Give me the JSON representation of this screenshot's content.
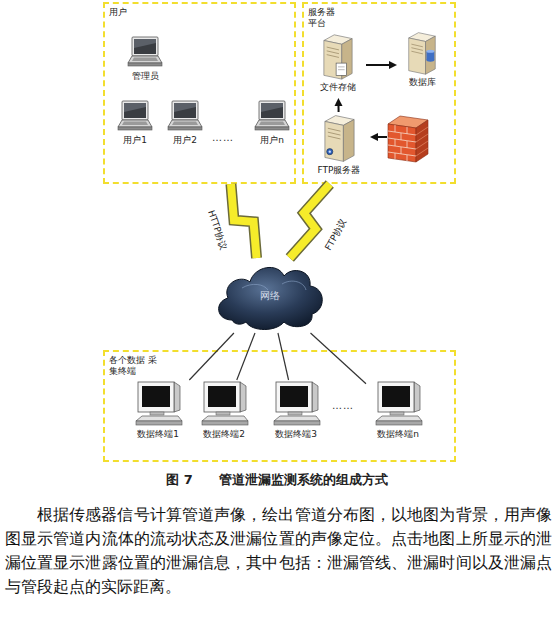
{
  "diagram": {
    "caption": "图 7　　管道泄漏监测系统的组成方式",
    "nodes": [
      {
        "text": [
          "用户"
        ]
      },
      {
        "text": [
          "管理员"
        ],
        "in": 0
      },
      {
        "text": [
          "用户1"
        ],
        "in": 0
      },
      {
        "text": [
          "用户2"
        ],
        "in": 0
      },
      {
        "text": [
          "用户n"
        ],
        "in": 0
      },
      {
        "text": [
          "服务器 平台"
        ]
      },
      {
        "text": [
          "文件存储"
        ],
        "in": 5
      },
      {
        "text": [
          "数据库"
        ],
        "in": 5
      },
      {
        "text": [
          "FTP服务器"
        ],
        "in": 5
      },
      {
        "text": [
          "网络"
        ]
      },
      {
        "text": [
          "各个数据 采集终端"
        ]
      },
      {
        "text": [
          "数据终端1"
        ],
        "in": 10
      },
      {
        "text": [
          "数据终端2"
        ],
        "in": 10
      },
      {
        "text": [
          "数据终端3"
        ],
        "in": 10
      },
      {
        "text": [
          "数据终端n"
        ],
        "in": 10
      }
    ],
    "edges": [
      {
        "from": 6,
        "to": 7,
        "arrow": "to"
      },
      {
        "from": 8,
        "to": 6,
        "arrow": "to"
      },
      {
        "from": 0,
        "to": 9,
        "label": "HTTP协议",
        "arrow": "none"
      },
      {
        "from": 5,
        "to": 9,
        "label": "FTP协议",
        "arrow": "none"
      },
      {
        "from": 9,
        "to": 11,
        "arrow": "none"
      },
      {
        "from": 9,
        "to": 12,
        "arrow": "none"
      },
      {
        "from": 9,
        "to": 13,
        "arrow": "none"
      },
      {
        "from": 9,
        "to": 14,
        "arrow": "none"
      }
    ],
    "labels": [
      "……",
      "……",
      "根据传感器信号计算管道声像，绘出管道分布图，以地图为背景，用声像图显示管道内流体的流动状态及泄漏位置的声像定位。点击地图上所显示的泄漏位置显示泄露位置的泄漏信息，其中包括：泄漏管线、泄漏时间以及泄漏点与管段起点的实际距离。"
    ]
  }
}
